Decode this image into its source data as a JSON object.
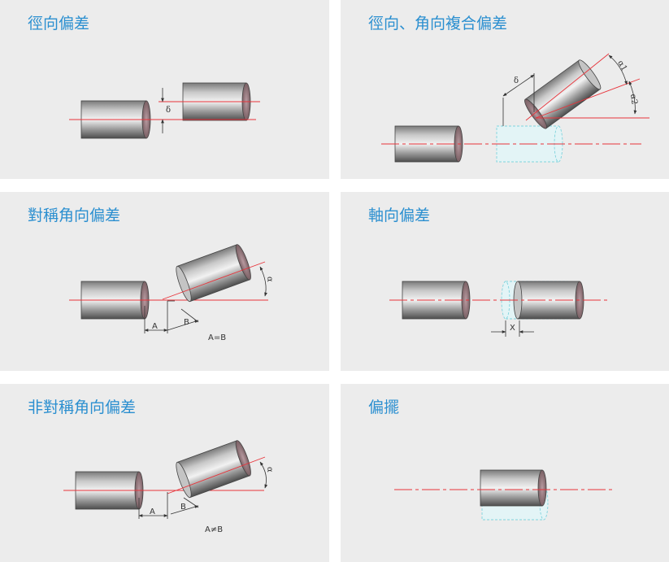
{
  "panels": [
    {
      "title": "徑向偏差",
      "labels": {
        "delta": "δ"
      }
    },
    {
      "title": "徑向、角向複合偏差",
      "labels": {
        "delta": "δ",
        "alpha1": "α1",
        "alpha2": "α2"
      }
    },
    {
      "title": "對稱角向偏差",
      "labels": {
        "A": "A",
        "B": "B",
        "note": "A=B",
        "alpha": "α"
      }
    },
    {
      "title": "軸向偏差",
      "labels": {
        "X": "X"
      }
    },
    {
      "title": "非對稱角向偏差",
      "labels": {
        "A": "A",
        "B": "B",
        "note": "A≠B",
        "alpha": "α"
      }
    },
    {
      "title": "偏擺",
      "labels": {}
    }
  ],
  "colors": {
    "title": "#2b8fd0",
    "panel_bg": "#ececec",
    "axis": "#e8333a",
    "ghost": "#7fd3dd"
  }
}
